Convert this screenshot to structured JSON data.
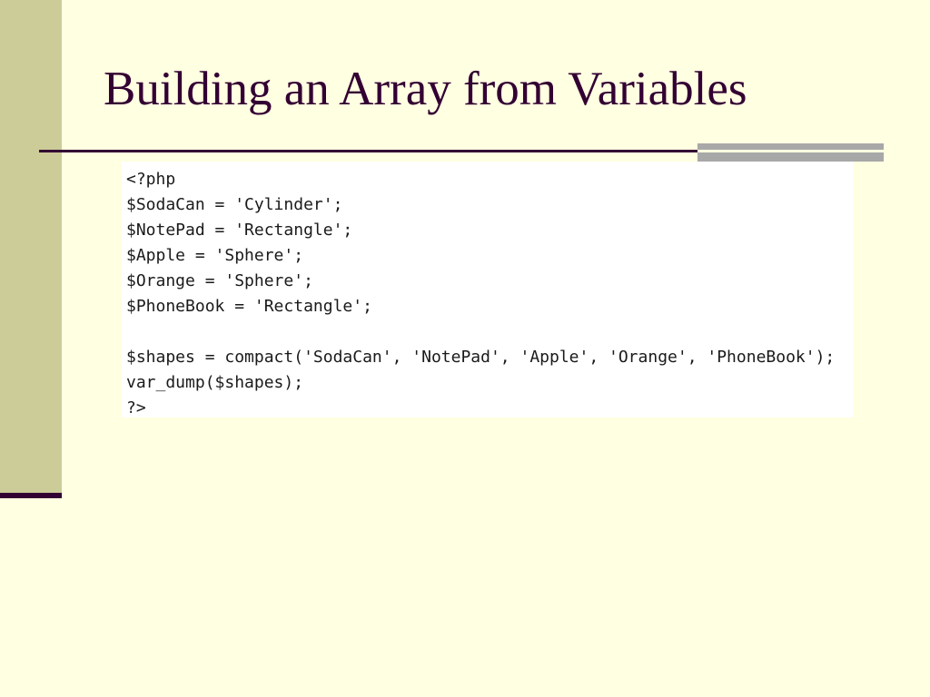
{
  "slide": {
    "title": "Building an Array from Variables"
  },
  "code": {
    "lines": [
      "<?php",
      "$SodaCan = 'Cylinder';",
      "$NotePad = 'Rectangle';",
      "$Apple = 'Sphere';",
      "$Orange = 'Sphere';",
      "$PhoneBook = 'Rectangle';",
      "",
      "$shapes = compact('SodaCan', 'NotePad', 'Apple', 'Orange', 'PhoneBook');",
      "var_dump($shapes);",
      "?>"
    ]
  },
  "colors": {
    "background": "#FFFFE1",
    "sidebar": "#CCCC99",
    "title": "#330033",
    "rule": "#330033",
    "accent": "#A8A8A8",
    "code_background": "#FFFFFF"
  }
}
